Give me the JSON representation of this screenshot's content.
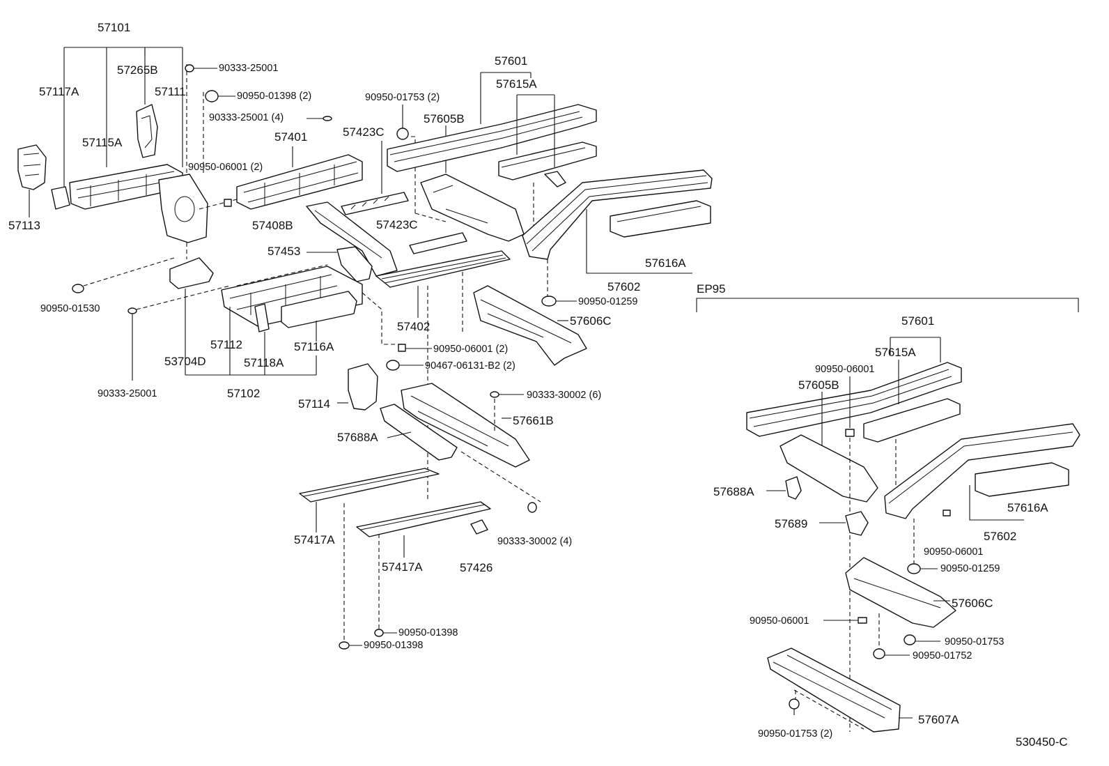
{
  "diagram": {
    "sheet_code": "530450-C",
    "variant_label": "EP95",
    "labels": {
      "p57101": "57101",
      "p57265B": "57265B",
      "p57117A": "57117A",
      "p57111": "57111",
      "p57115A": "57115A",
      "p57113": "57113",
      "f9033325001_a": "90333-25001",
      "f9095001398_2": "90950-01398 (2)",
      "f9033325001_4": "90333-25001 (4)",
      "p57401": "57401",
      "f9095006001_2a": "90950-06001 (2)",
      "p57408B": "57408B",
      "p57453": "57453",
      "f9095001530": "90950-01530",
      "f9033325001_b": "90333-25001",
      "p57112": "57112",
      "p53704D": "53704D",
      "p57118A": "57118A",
      "p57116A": "57116A",
      "p57102": "57102",
      "f9095001753_2": "90950-01753 (2)",
      "p57423C_a": "57423C",
      "p57423C_b": "57423C",
      "p57605B": "57605B",
      "p57601": "57601",
      "p57615A": "57615A",
      "p57402": "57402",
      "f9095006001_2b": "90950-06001 (2)",
      "f9046706131": "90467-06131-B2 (2)",
      "p57616A": "57616A",
      "p57602": "57602",
      "f9095001259": "90950-01259",
      "p57606C": "57606C",
      "p57114": "57114",
      "f9033330002_6": "90333-30002 (6)",
      "p57661B": "57661B",
      "p57688A": "57688A",
      "p57417A_a": "57417A",
      "p57417A_b": "57417A",
      "p57426": "57426",
      "f9033330002_4": "90333-30002 (4)",
      "f9095001398_a": "90950-01398",
      "f9095001398_b": "90950-01398"
    },
    "ep95_labels": {
      "p57601": "57601",
      "p57615A": "57615A",
      "f9095006001_a": "90950-06001",
      "p57605B": "57605B",
      "p57688A": "57688A",
      "p57689": "57689",
      "p57616A": "57616A",
      "p57602": "57602",
      "f9095006001_b": "90950-06001",
      "f9095001259": "90950-01259",
      "p57606C": "57606C",
      "f9095006001_c": "90950-06001",
      "f9095001753": "90950-01753",
      "f9095001752": "90950-01752",
      "p57607A": "57607A",
      "f9095001753_2": "90950-01753 (2)"
    }
  }
}
